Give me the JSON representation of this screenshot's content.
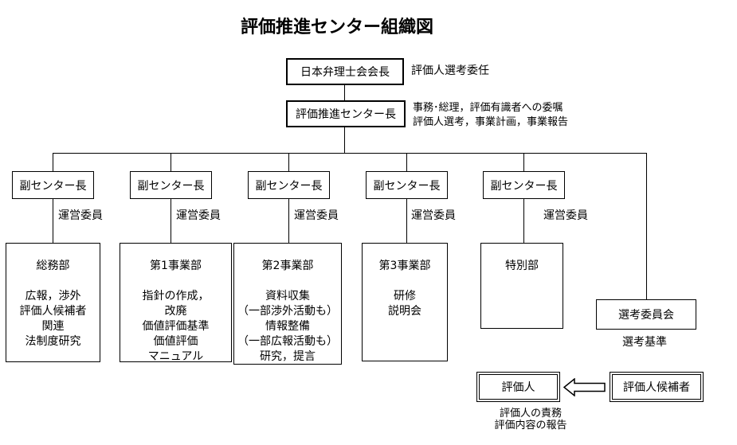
{
  "title": "評価推進センター組織図",
  "colors": {
    "line": "#000000",
    "background": "#ffffff",
    "text": "#000000"
  },
  "hierarchy": {
    "president": {
      "label": "日本弁理士会会長",
      "note": "評価人選考委任"
    },
    "center_head": {
      "label": "評価推進センター長",
      "notes": [
        "事務･総理，評価有識者への委嘱",
        "評価人選考，事業計画，事業報告"
      ]
    },
    "deputy": {
      "label": "副センター長",
      "annotation": "運営委員",
      "count": 5
    }
  },
  "departments": [
    {
      "name": "総務部",
      "lines": [
        "広報，渉外",
        "評価人候補者",
        "関連",
        "法制度研究"
      ]
    },
    {
      "name": "第1事業部",
      "lines": [
        "指針の作成，",
        "改廃",
        "価値評価基準",
        "価値評価",
        "マニュアル"
      ]
    },
    {
      "name": "第2事業部",
      "lines": [
        "資料収集",
        "（一部渉外活動も）",
        "情報整備",
        "（一部広報活動も）",
        "研究，提言"
      ]
    },
    {
      "name": "第3事業部",
      "lines": [
        "研修",
        "説明会"
      ]
    },
    {
      "name": "特別部",
      "lines": []
    }
  ],
  "selection_committee": {
    "label": "選考委員会",
    "note": "選考基準"
  },
  "appraiser_flow": {
    "appraiser": {
      "label": "評価人",
      "notes": [
        "評価人の責務",
        "評価内容の報告"
      ]
    },
    "candidate": {
      "label": "評価人候補者"
    },
    "arrow_direction": "left"
  }
}
